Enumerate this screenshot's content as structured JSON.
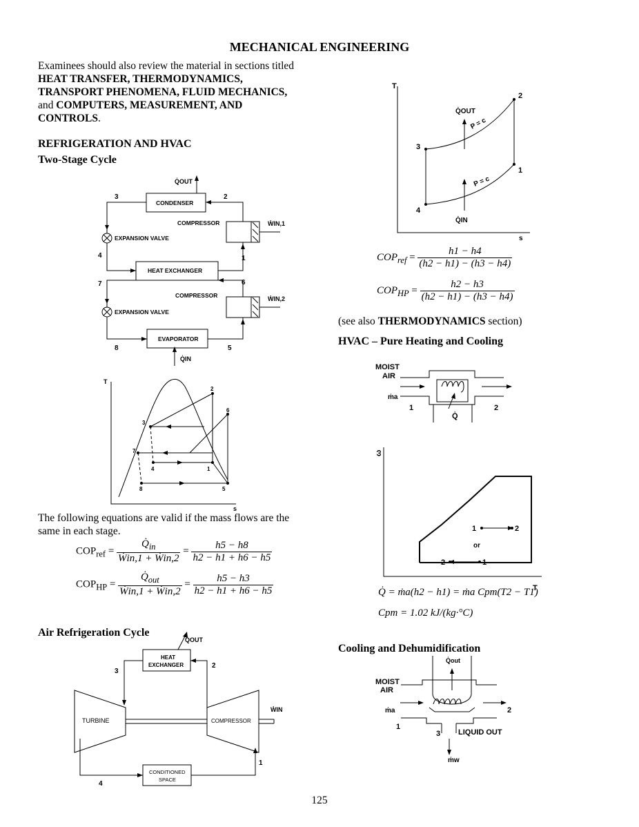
{
  "page": {
    "title": "MECHANICAL ENGINEERING",
    "page_number": "125"
  },
  "intro": {
    "line1": "Examinees should also review the material in sections titled",
    "line2": "HEAT TRANSFER, THERMODYNAMICS,",
    "line3": "TRANSPORT PHENOMENA, FLUID MECHANICS,",
    "line4_prefix": "and ",
    "line4_bold": "COMPUTERS, MEASUREMENT, AND",
    "line5_bold": "CONTROLS",
    "line5_suffix": "."
  },
  "sections": {
    "refrig_hvac": "REFRIGERATION AND HVAC",
    "two_stage": "Two-Stage Cycle",
    "air_refrig": "Air Refrigeration Cycle",
    "hvac_heading": "HVAC – Pure Heating and Cooling",
    "cooling_dehum": "Cooling and Dehumidification"
  },
  "two_stage_diagram": {
    "condenser": "CONDENSER",
    "compressor1": "COMPRESSOR",
    "expansion1": "EXPANSION VALVE",
    "heat_exchanger": "HEAT EXCHANGER",
    "compressor2": "COMPRESSOR",
    "expansion2": "EXPANSION VALVE",
    "evaporator": "EVAPORATOR",
    "q_out": "Q̇OUT",
    "q_in": "Q̇IN",
    "w_in1": "ẆIN,1",
    "w_in2": "ẆIN,2",
    "n1": "1",
    "n2": "2",
    "n3": "3",
    "n4": "4",
    "n5": "5",
    "n6": "6",
    "n7": "7",
    "n8": "8"
  },
  "ts_diagram_small": {
    "t_axis": "T",
    "s_axis": "s",
    "p1": "1",
    "p2": "2",
    "p3": "3",
    "p4": "4",
    "p5": "5",
    "p6": "6",
    "p7": "7",
    "p8": "8"
  },
  "mass_flow_note": {
    "line1": "The following equations are valid if the mass flows are the",
    "line2": "same in each stage."
  },
  "equations_left": {
    "cop_ref": "COP",
    "cop_ref_sub": "ref",
    "cop_hp": "COP",
    "cop_hp_sub": "HP",
    "q_in_num": "Q̇",
    "q_in_sub": "in",
    "q_out_num": "Q̇",
    "q_out_sub": "out",
    "w_den": "Ẇin,1 + Ẇin,2",
    "ref_rhs_num": "h5 − h8",
    "hp_rhs_num": "h5 − h3",
    "rhs_den": "h2 − h1 + h6 − h5"
  },
  "ts_diagram_right": {
    "t_axis": "T",
    "s_axis": "s",
    "p1": "1",
    "p2": "2",
    "p3": "3",
    "p4": "4",
    "pc_top": "P = c",
    "pc_bottom": "P = c",
    "q_out": "Q̇OUT",
    "q_in": "Q̇IN"
  },
  "equations_right": {
    "cop_ref": "COP",
    "cop_ref_sub": "ref",
    "cop_hp": "COP",
    "cop_hp_sub": "HP",
    "ref_num": "h1 − h4",
    "hp_num": "h2 − h3",
    "den": "(h2 − h1) − (h3 − h4)",
    "see_also_prefix": "(see also ",
    "see_also_bold": "THERMODYNAMICS",
    "see_also_suffix": " section)"
  },
  "hvac_diagram": {
    "moist": "MOIST",
    "air": "AIR",
    "ma": "ṁa",
    "n1": "1",
    "n2": "2",
    "q": "Q̇"
  },
  "psychro_chart": {
    "y_axis": "ω",
    "x_axis": "T",
    "p1_top": "1",
    "p2_top": "2",
    "or": "or",
    "p2_bottom": "2",
    "p1_bottom": "1"
  },
  "hvac_equations": {
    "q_eq": "Q̇ = ṁa(h2 − h1) = ṁa Cpm(T2 − T1)",
    "cpm_eq": "Cpm = 1.02 kJ/(kg·°C)"
  },
  "air_refrig_diagram": {
    "heat_exchanger1": "HEAT",
    "heat_exchanger2": "EXCHANGER",
    "turbine": "TURBINE",
    "compressor": "COMPRESSOR",
    "conditioned1": "CONDITIONED",
    "conditioned2": "SPACE",
    "q_out": "Q̇OUT",
    "w_in": "ẆIN",
    "n1": "1",
    "n2": "2",
    "n3": "3",
    "n4": "4"
  },
  "dehum_diagram": {
    "moist": "MOIST",
    "air": "AIR",
    "ma": "ṁa",
    "q_out": "Q̇out",
    "liquid_out": "LIQUID OUT",
    "mw": "ṁw",
    "n1": "1",
    "n2": "2",
    "n3": "3"
  }
}
